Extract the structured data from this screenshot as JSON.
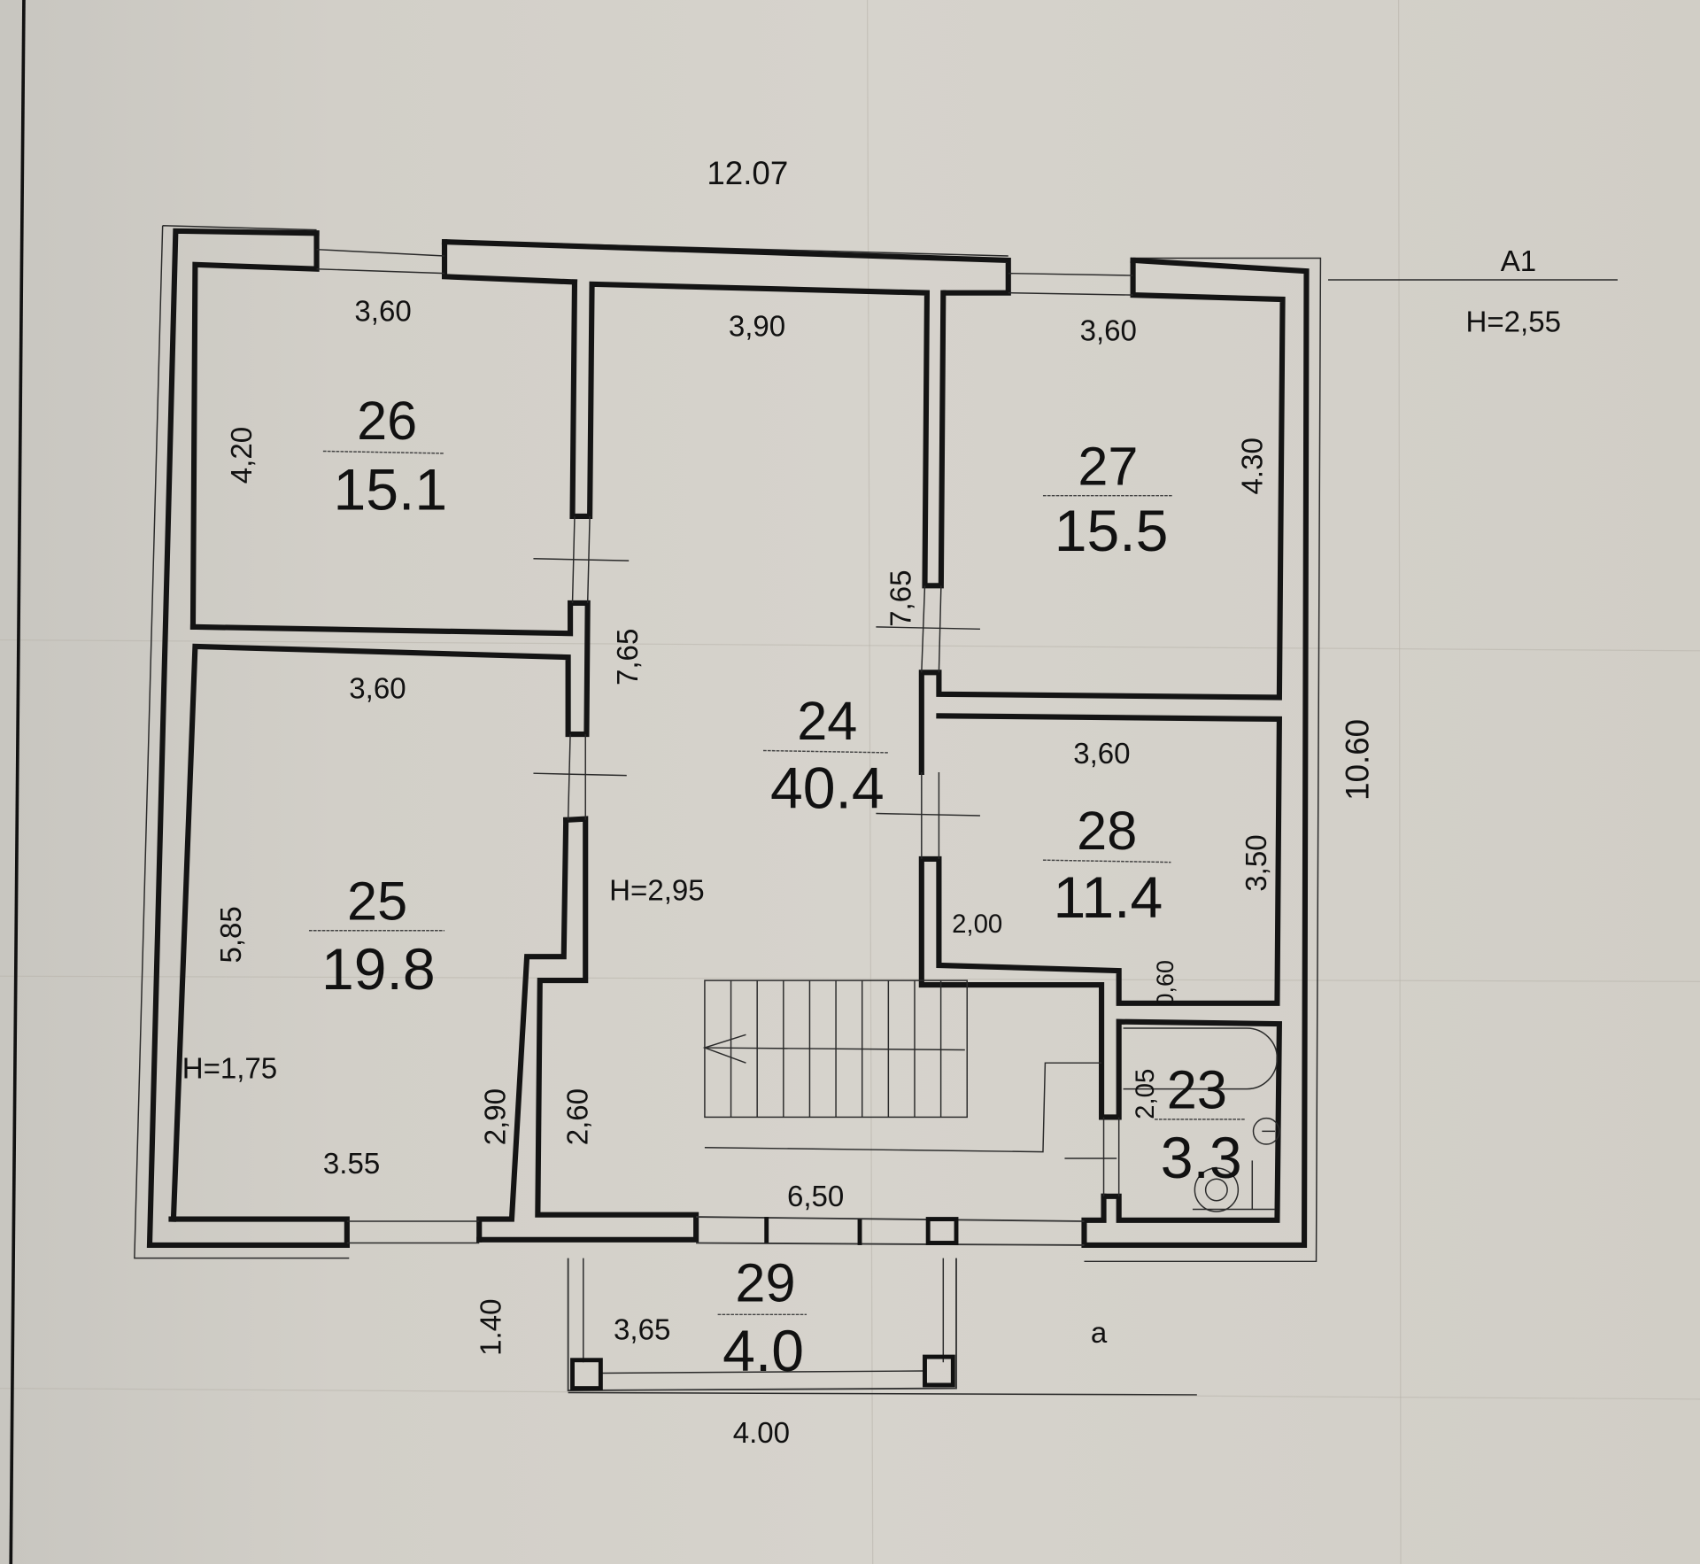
{
  "plan": {
    "overall_width": "12.07",
    "overall_depth": "10.60",
    "section_label": "A1",
    "section_height": "H=2,55",
    "facade_label": "a",
    "colors": {
      "paper": "#d3d0c9",
      "ink": "#141414"
    },
    "rooms": [
      {
        "id": "26",
        "area": "15.1",
        "dims": [
          "3,60",
          "4,20"
        ]
      },
      {
        "id": "25",
        "area": "19.8",
        "dims": [
          "3,60",
          "5,85",
          "3.55",
          "2,90"
        ],
        "height": "H=1,75"
      },
      {
        "id": "24",
        "area": "40.4",
        "dims": [
          "3,90",
          "7,65",
          "7,65",
          "2,60",
          "6,50"
        ],
        "height": "H=2,95"
      },
      {
        "id": "27",
        "area": "15.5",
        "dims": [
          "3,60",
          "4.30"
        ]
      },
      {
        "id": "28",
        "area": "11.4",
        "dims": [
          "3,60",
          "3,50",
          "2,00",
          "0,60"
        ]
      },
      {
        "id": "23",
        "area": "3.3",
        "dims": [
          "2,05"
        ]
      },
      {
        "id": "29",
        "area": "4.0",
        "dims": [
          "3,65",
          "1.40",
          "4.00"
        ]
      }
    ],
    "stairs": {
      "treads": 10,
      "direction": "left"
    }
  }
}
